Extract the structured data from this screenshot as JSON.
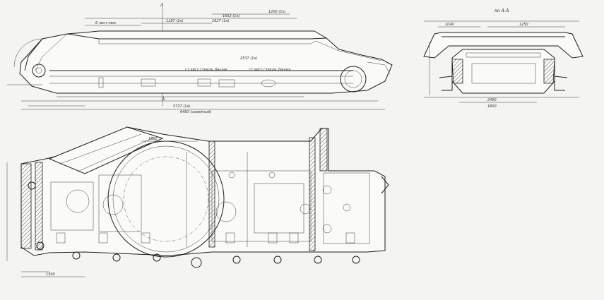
{
  "drawing": {
    "section_mark_top": "A",
    "section_mark_bottom": "A",
    "section_label": "по А-А",
    "notes": [
      "ст лист стекла, башня",
      "ст лист стекла, башня"
    ],
    "dims_side": [
      "6 лист-люк",
      "1187 (1к)",
      "1627 (1к)",
      "1652 (1к)",
      "1200 (1к)",
      "2537 (1к)",
      "5737 (1к)",
      "6483 (серийный)"
    ],
    "dims_section": [
      "1040",
      "1250",
      "2450",
      "1800"
    ],
    "dims_plan": [
      "1882",
      "1300"
    ]
  }
}
